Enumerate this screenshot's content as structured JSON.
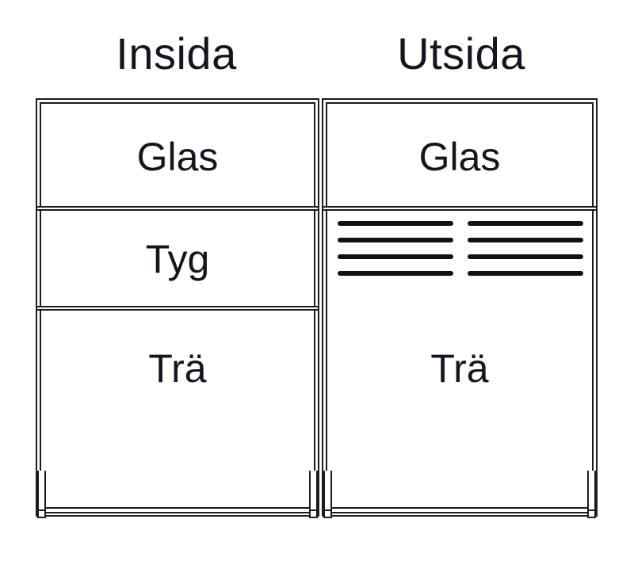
{
  "diagram": {
    "title_left": "Insida",
    "title_right": "Utsida",
    "line_color": "#1b1b1b",
    "text_color": "#15151f",
    "slat_color": "#111111",
    "background": "#ffffff"
  },
  "panels": [
    {
      "id": "insida",
      "title": "Insida",
      "sections": [
        {
          "name": "top",
          "label": "Glas"
        },
        {
          "name": "middle",
          "label": "Tyg"
        },
        {
          "name": "bottom",
          "label": "Trä"
        }
      ]
    },
    {
      "id": "utsida",
      "title": "Utsida",
      "sections": [
        {
          "name": "top",
          "label": "Glas"
        },
        {
          "name": "middle",
          "label": ""
        },
        {
          "name": "bottom",
          "label": "Trä"
        }
      ],
      "louvre": {
        "rows": 4,
        "columns": 2,
        "slat_color": "#111111"
      }
    }
  ]
}
